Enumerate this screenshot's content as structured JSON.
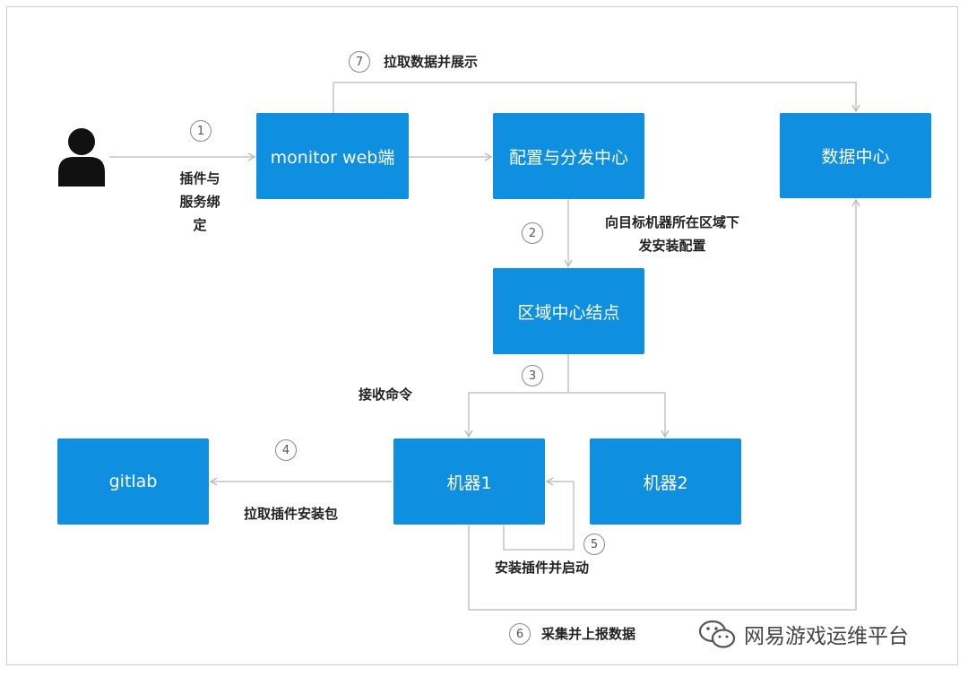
{
  "nodes": {
    "monitor_web": "monitor web端",
    "config_center": "配置与分发中心",
    "data_center": "数据中心",
    "region_node": "区域中心结点",
    "gitlab": "gitlab",
    "machine1": "机器1",
    "machine2": "机器2"
  },
  "steps": {
    "s1": {
      "num": "1",
      "label": "插件与服务绑定"
    },
    "s2": {
      "num": "2",
      "label": "向目标机器所在区域下发安装配置"
    },
    "s3": {
      "num": "3",
      "label": "接收命令"
    },
    "s4": {
      "num": "4",
      "label": "拉取插件安装包"
    },
    "s5": {
      "num": "5",
      "label": "安装插件并启动"
    },
    "s6": {
      "num": "6",
      "label": "采集并上报数据"
    },
    "s7": {
      "num": "7",
      "label": "拉取数据并展示"
    }
  },
  "watermark": {
    "text": "网易游戏运维平台",
    "icon": "wechat-icon"
  },
  "colors": {
    "box": "#0e8fe0",
    "line": "#c4c4c4"
  }
}
